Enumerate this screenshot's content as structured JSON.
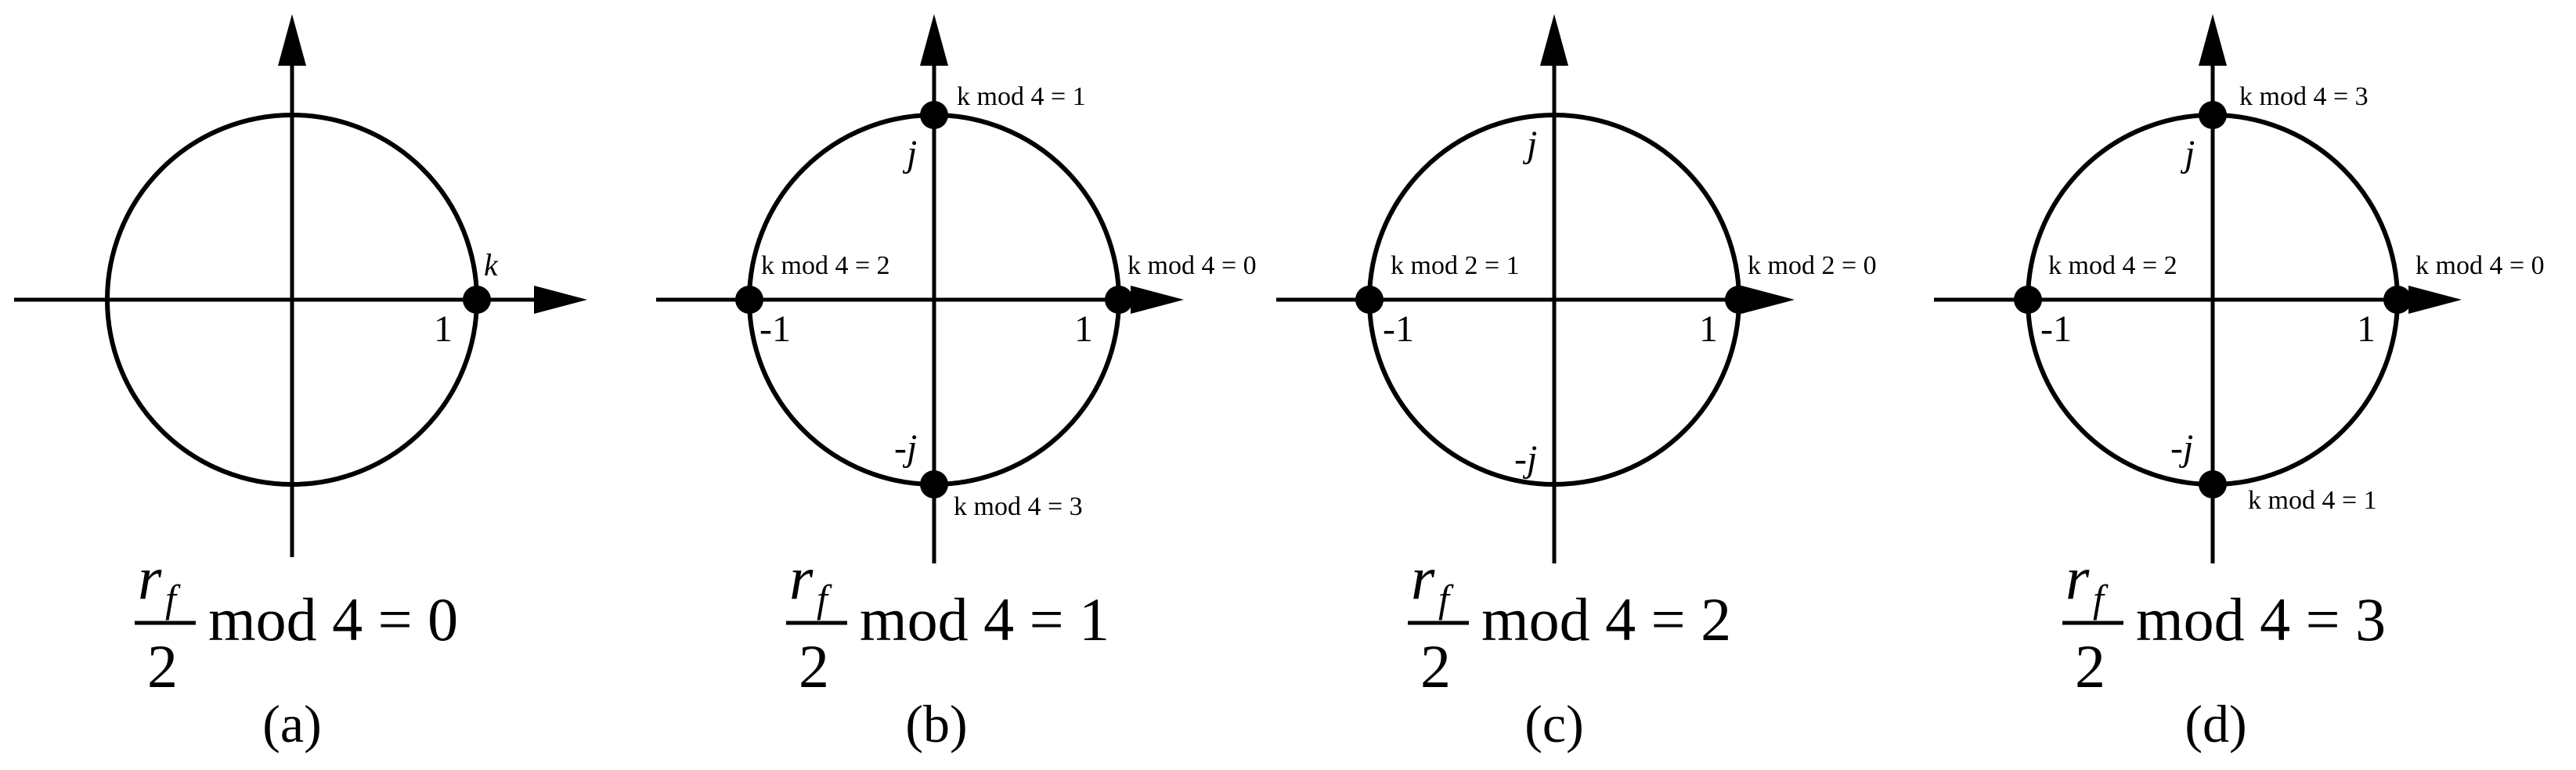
{
  "colors": {
    "stroke": "#000000",
    "background": "#ffffff"
  },
  "panels": [
    {
      "id": "a",
      "caption": "(a)",
      "condition": {
        "numerator": "r",
        "subscript": "f",
        "denominator": "2",
        "rhs": "mod 4 = 0"
      },
      "point_labels": [
        {
          "text": "k",
          "italic": true
        }
      ],
      "axis_labels": [
        {
          "text": "1"
        }
      ]
    },
    {
      "id": "b",
      "caption": "(b)",
      "condition": {
        "numerator": "r",
        "subscript": "f",
        "denominator": "2",
        "rhs": "mod 4 = 1"
      },
      "point_labels": [
        {
          "text": "k mod 4 = 0"
        },
        {
          "text": "k mod 4 = 1"
        },
        {
          "text": "k mod 4 = 2"
        },
        {
          "text": "k mod 4 = 3"
        }
      ],
      "axis_labels": [
        {
          "text": "1"
        },
        {
          "text": "-1"
        },
        {
          "text": "j"
        },
        {
          "text": "-j"
        }
      ]
    },
    {
      "id": "c",
      "caption": "(c)",
      "condition": {
        "numerator": "r",
        "subscript": "f",
        "denominator": "2",
        "rhs": "mod 4 = 2"
      },
      "point_labels": [
        {
          "text": "k mod 2 = 0"
        },
        {
          "text": "k mod 2 = 1"
        }
      ],
      "axis_labels": [
        {
          "text": "1"
        },
        {
          "text": "-1"
        },
        {
          "text": "j"
        },
        {
          "text": "-j"
        }
      ]
    },
    {
      "id": "d",
      "caption": "(d)",
      "condition": {
        "numerator": "r",
        "subscript": "f",
        "denominator": "2",
        "rhs": "mod 4 = 3"
      },
      "point_labels": [
        {
          "text": "k mod 4 = 0"
        },
        {
          "text": "k mod 4 = 3"
        },
        {
          "text": "k mod 4 = 2"
        },
        {
          "text": "k mod 4 = 1"
        }
      ],
      "axis_labels": [
        {
          "text": "1"
        },
        {
          "text": "-1"
        },
        {
          "text": "j"
        },
        {
          "text": "-j"
        }
      ]
    }
  ]
}
